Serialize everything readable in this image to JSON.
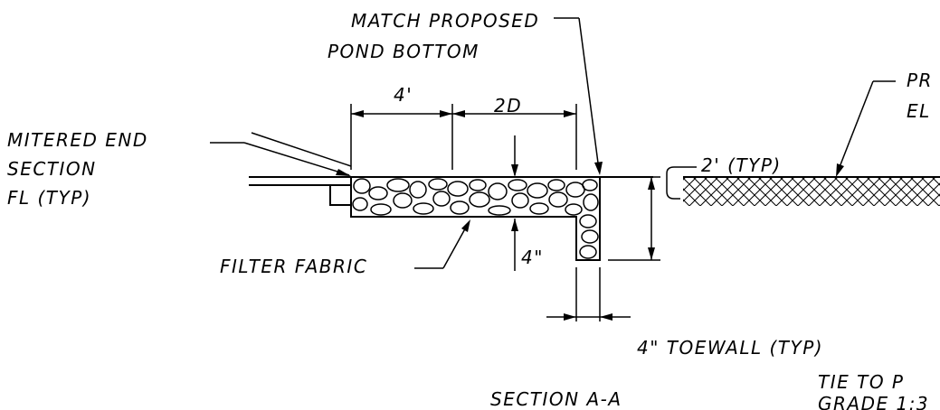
{
  "labels": {
    "match_line1": "MATCH PROPOSED",
    "match_line2": "POND BOTTOM",
    "dim_4ft": "4'",
    "dim_2d": "2D",
    "pr_line1": "PR",
    "pr_line2": "EL",
    "mitered_line1": "MITERED END",
    "mitered_line2": "SECTION",
    "mitered_line3": "FL (TYP)",
    "typ_2ft": "2' (TYP)",
    "filter_fabric": "FILTER FABRIC",
    "dim_4in": "4\"",
    "toewall": "4\" TOEWALL (TYP)",
    "section_title": "SECTION A-A",
    "tie_line1": "TIE TO P",
    "tie_line2": "GRADE 1:3"
  }
}
